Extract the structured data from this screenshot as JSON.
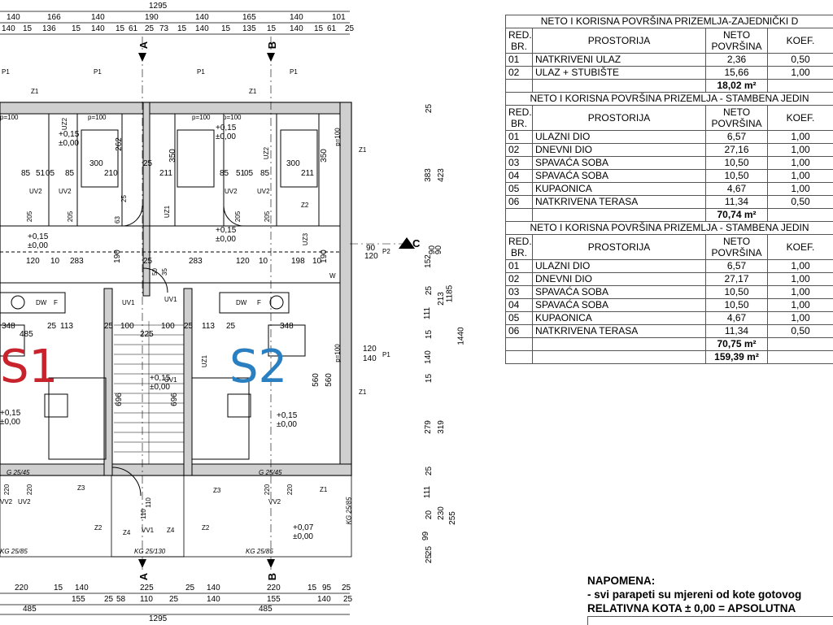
{
  "plan": {
    "units": [
      {
        "label": "S1",
        "color": "#c8232c"
      },
      {
        "label": "S2",
        "color": "#2a7fc1"
      }
    ],
    "overall_dims": {
      "top": "1295",
      "bottom": "1295",
      "right_total": "1440",
      "right_inner": "1185"
    },
    "top_dims_row1": [
      "140",
      "166",
      "140",
      "190",
      "140",
      "165",
      "140",
      "101"
    ],
    "top_dims_row2": [
      "140",
      "15",
      "136",
      "15",
      "140",
      "15",
      "61",
      "25",
      "73",
      "15",
      "140",
      "15",
      "135",
      "15",
      "140",
      "15",
      "61",
      "25"
    ],
    "bottom_dims_row1": [
      "220",
      "15",
      "140",
      "225",
      "25",
      "140",
      "220",
      "15",
      "95",
      "25"
    ],
    "bottom_dims_row2": [
      "155",
      "25",
      "58",
      "110",
      "25",
      "140",
      "155",
      "140",
      "25"
    ],
    "bottom_dims_row3": [
      "485",
      "485"
    ],
    "right_dims_outer": [
      "25",
      "383",
      "423",
      "90",
      "152",
      "90",
      "25",
      "213",
      "111",
      "15",
      "140",
      "15",
      "279",
      "319",
      "25",
      "111",
      "20",
      "230",
      "255",
      "99",
      "25",
      "25"
    ],
    "interior_dims": [
      "85",
      "51",
      "05",
      "85",
      "300",
      "210",
      "25",
      "211",
      "85",
      "51",
      "05",
      "85",
      "300",
      "211",
      "283",
      "25",
      "283",
      "120",
      "10",
      "120",
      "10",
      "198",
      "10",
      "348",
      "485",
      "25",
      "113",
      "25",
      "100",
      "225",
      "100",
      "25",
      "113",
      "25",
      "348",
      "560",
      "560",
      "696",
      "696",
      "350",
      "350",
      "262",
      "190",
      "190",
      "120",
      "90",
      "120",
      "140",
      "120",
      "110",
      "205",
      "205",
      "205",
      "205",
      "220",
      "220",
      "220",
      "220",
      "110",
      "50",
      "63",
      "25",
      "35"
    ],
    "tags": [
      "P1",
      "P1",
      "P1",
      "P1",
      "P1",
      "P2",
      "Z1",
      "Z1",
      "Z1",
      "Z1",
      "Z1",
      "Z2",
      "Z2",
      "Z2",
      "Z3",
      "Z3",
      "Z4",
      "Z4",
      "UV1",
      "UV1",
      "UV1",
      "UV2",
      "UV2",
      "UV2",
      "UV2",
      "UV2",
      "VV1",
      "VV2",
      "VV2",
      "UZ1",
      "UZ1",
      "UZ2",
      "UZ2",
      "UZ3",
      "DW",
      "DW",
      "F",
      "F",
      "W"
    ],
    "kg_labels": [
      "KG 25/85",
      "KG 25/130",
      "KG 25/85",
      "KG 25/85",
      "G 25/45",
      "G 25/45"
    ],
    "parapet_labels": [
      "p=100",
      "p=100",
      "p=100",
      "p=100",
      "p=100",
      "p=100"
    ],
    "kota": [
      {
        "a": "+0,15",
        "b": "±0,00"
      },
      {
        "a": "+0,15",
        "b": "±0,00"
      },
      {
        "a": "+0,15",
        "b": "±0,00"
      },
      {
        "a": "+0,15",
        "b": "±0,00"
      },
      {
        "a": "+0,15",
        "b": "±0,00"
      },
      {
        "a": "+0,15",
        "b": "±0,00"
      },
      {
        "a": "+0,15",
        "b": "±0,00"
      },
      {
        "a": "+0,07",
        "b": "±0,00"
      }
    ],
    "cut_labels": [
      "A",
      "B",
      "C",
      "A",
      "B"
    ]
  },
  "table": {
    "sections": [
      {
        "title": "NETO I KORISNA POVRŠINA PRIZEMLJA-ZAJEDNIČKI D",
        "header": {
          "no": "RED. BR.",
          "room": "PROSTORIJA",
          "area": "NETO POVRŠINA",
          "coef": "KOEF."
        },
        "rows": [
          {
            "no": "01",
            "room": "NATKRIVENI ULAZ",
            "area": "2,36",
            "coef": "0,50"
          },
          {
            "no": "02",
            "room": "ULAZ + STUBIŠTE",
            "area": "15,66",
            "coef": "1,00"
          }
        ],
        "total": "18,02 m²"
      },
      {
        "title": "NETO I KORISNA POVRŠINA PRIZEMLJA - STAMBENA JEDIN",
        "header": {
          "no": "RED. BR.",
          "room": "PROSTORIJA",
          "area": "NETO POVRŠINA",
          "coef": "KOEF."
        },
        "rows": [
          {
            "no": "01",
            "room": "ULAZNI DIO",
            "area": "6,57",
            "coef": "1,00"
          },
          {
            "no": "02",
            "room": "DNEVNI DIO",
            "area": "27,16",
            "coef": "1,00"
          },
          {
            "no": "03",
            "room": "SPAVAĆA SOBA",
            "area": "10,50",
            "coef": "1,00"
          },
          {
            "no": "04",
            "room": "SPAVAĆA SOBA",
            "area": "10,50",
            "coef": "1,00"
          },
          {
            "no": "05",
            "room": "KUPAONICA",
            "area": "4,67",
            "coef": "1,00"
          },
          {
            "no": "06",
            "room": "NATKRIVENA TERASA",
            "area": "11,34",
            "coef": "0,50"
          }
        ],
        "total": "70,74 m²"
      },
      {
        "title": "NETO I KORISNA POVRŠINA PRIZEMLJA - STAMBENA JEDIN",
        "header": {
          "no": "RED. BR.",
          "room": "PROSTORIJA",
          "area": "NETO POVRŠINA",
          "coef": "KOEF."
        },
        "rows": [
          {
            "no": "01",
            "room": "ULAZNI DIO",
            "area": "6,57",
            "coef": "1,00"
          },
          {
            "no": "02",
            "room": "DNEVNI DIO",
            "area": "27,17",
            "coef": "1,00"
          },
          {
            "no": "03",
            "room": "SPAVAĆA SOBA",
            "area": "10,50",
            "coef": "1,00"
          },
          {
            "no": "04",
            "room": "SPAVAĆA SOBA",
            "area": "10,50",
            "coef": "1,00"
          },
          {
            "no": "05",
            "room": "KUPAONICA",
            "area": "4,67",
            "coef": "1,00"
          },
          {
            "no": "06",
            "room": "NATKRIVENA TERASA",
            "area": "11,34",
            "coef": "0,50"
          }
        ],
        "total": "70,75 m²"
      }
    ],
    "grand_total": "159,39 m²"
  },
  "note": {
    "title": "NAPOMENA:",
    "line1": "- svi parapeti su mjereni od kote gotovog",
    "line2": "RELATIVNA KOTA ± 0,00 = APSOLUTNA"
  }
}
